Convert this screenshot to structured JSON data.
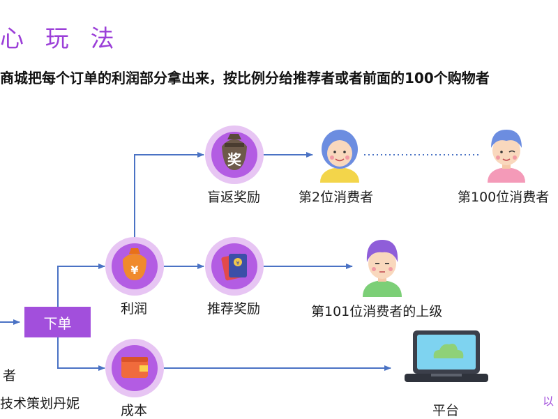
{
  "header": {
    "title": "心 玩 法",
    "subtitle": "商城把每个订单的利润部分拿出来，按比例分给推荐者或者前面的100个购物者"
  },
  "nodes": {
    "order": "下单",
    "consumer_fragment": "者",
    "watermark": "技术策划丹妮",
    "profit": "利润",
    "cost": "成本",
    "blind_rebate": "盲返奖励",
    "referral_reward": "推荐奖励",
    "consumer_2": "第2位消费者",
    "consumer_100": "第100位消费者",
    "consumer_101_superior": "第101位消费者的上级",
    "platform": "平台",
    "reward_glyph": "奖",
    "yen_glyph": "¥",
    "corner_text": "以"
  },
  "colors": {
    "accent": "#a24fdc",
    "arrow": "#4a72c4",
    "circle_outer": "#e7c5f3",
    "circle_inner": "#b35ce3"
  }
}
